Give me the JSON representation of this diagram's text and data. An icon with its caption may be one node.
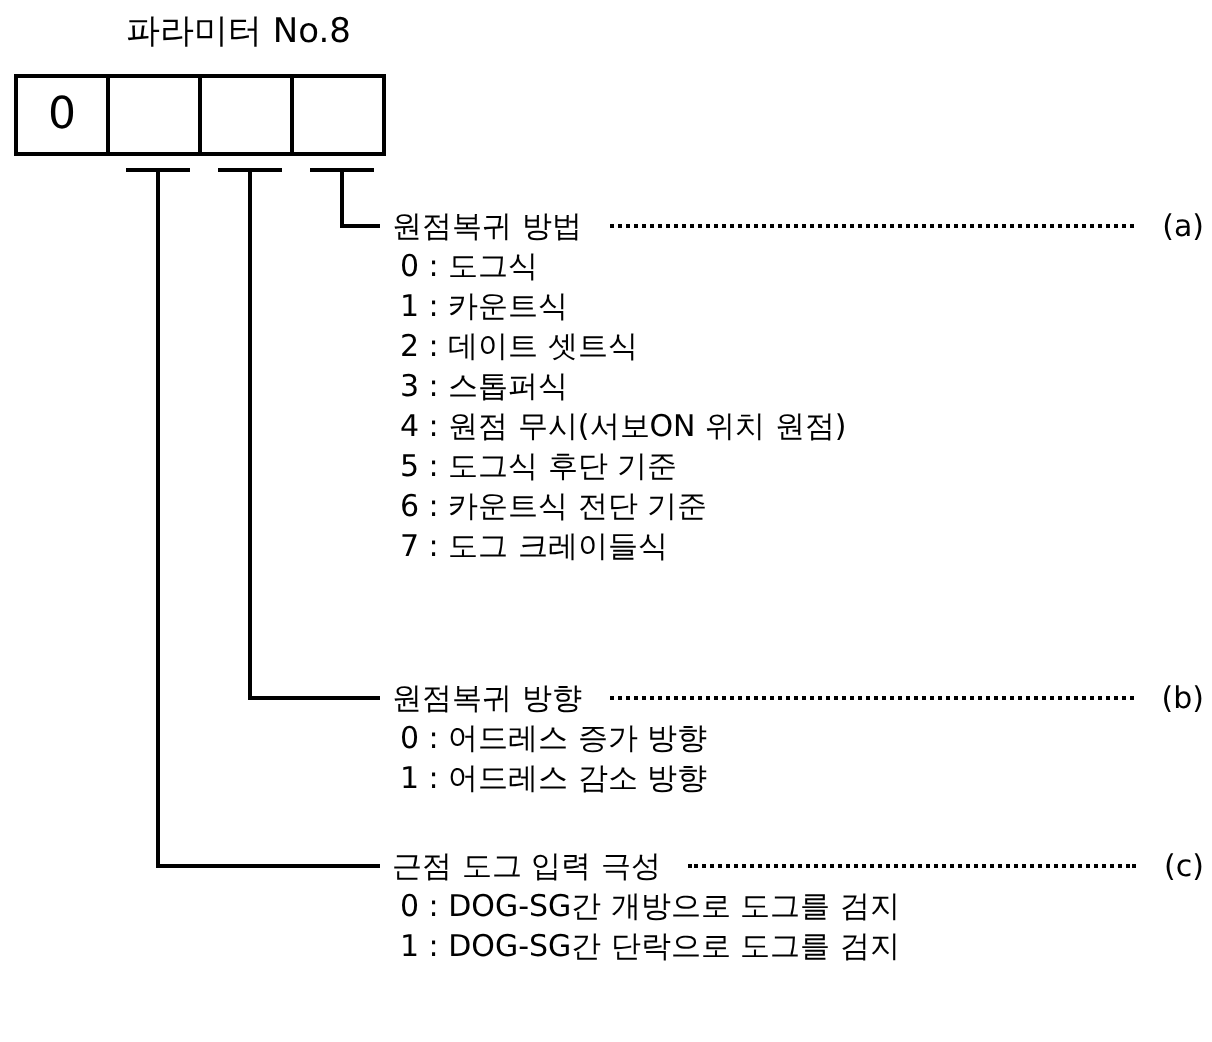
{
  "diagram": {
    "title": "파라미터 No.8",
    "nodes": [
      {
        "text": [
          "0"
        ]
      },
      {
        "text": [],
        "shape": "box"
      },
      {
        "text": [],
        "shape": "box"
      },
      {
        "text": [],
        "shape": "box"
      },
      {
        "text": [
          "원점복귀 방법",
          "0 : 도그식",
          "1 : 카운트식",
          "2 : 데이트 셋트식",
          "3 : 스톱퍼식",
          "4 : 원점 무시(서보ON 위치 원점)",
          "5 : 도그식 후단 기준",
          "6 : 카운트식 전단 기준",
          "7 : 도그 크레이들식"
        ],
        "beside": [
          "(a)"
        ]
      },
      {
        "text": [
          "원점복귀 방향",
          "0 : 어드레스 증가 방향",
          "1 : 어드레스 감소 방향"
        ],
        "beside": [
          "(b)"
        ]
      },
      {
        "text": [
          "근점 도그 입력 극성",
          "0 : DOG-SG간 개방으로 도그를 검지",
          "1 : DOG-SG간 단락으로 도그를 검지"
        ],
        "beside": [
          "(c)"
        ]
      }
    ],
    "edges": [
      {
        "from": 3,
        "to": 4,
        "arrow": "none"
      },
      {
        "from": 2,
        "to": 5,
        "arrow": "none"
      },
      {
        "from": 1,
        "to": 6,
        "arrow": "none"
      }
    ]
  }
}
